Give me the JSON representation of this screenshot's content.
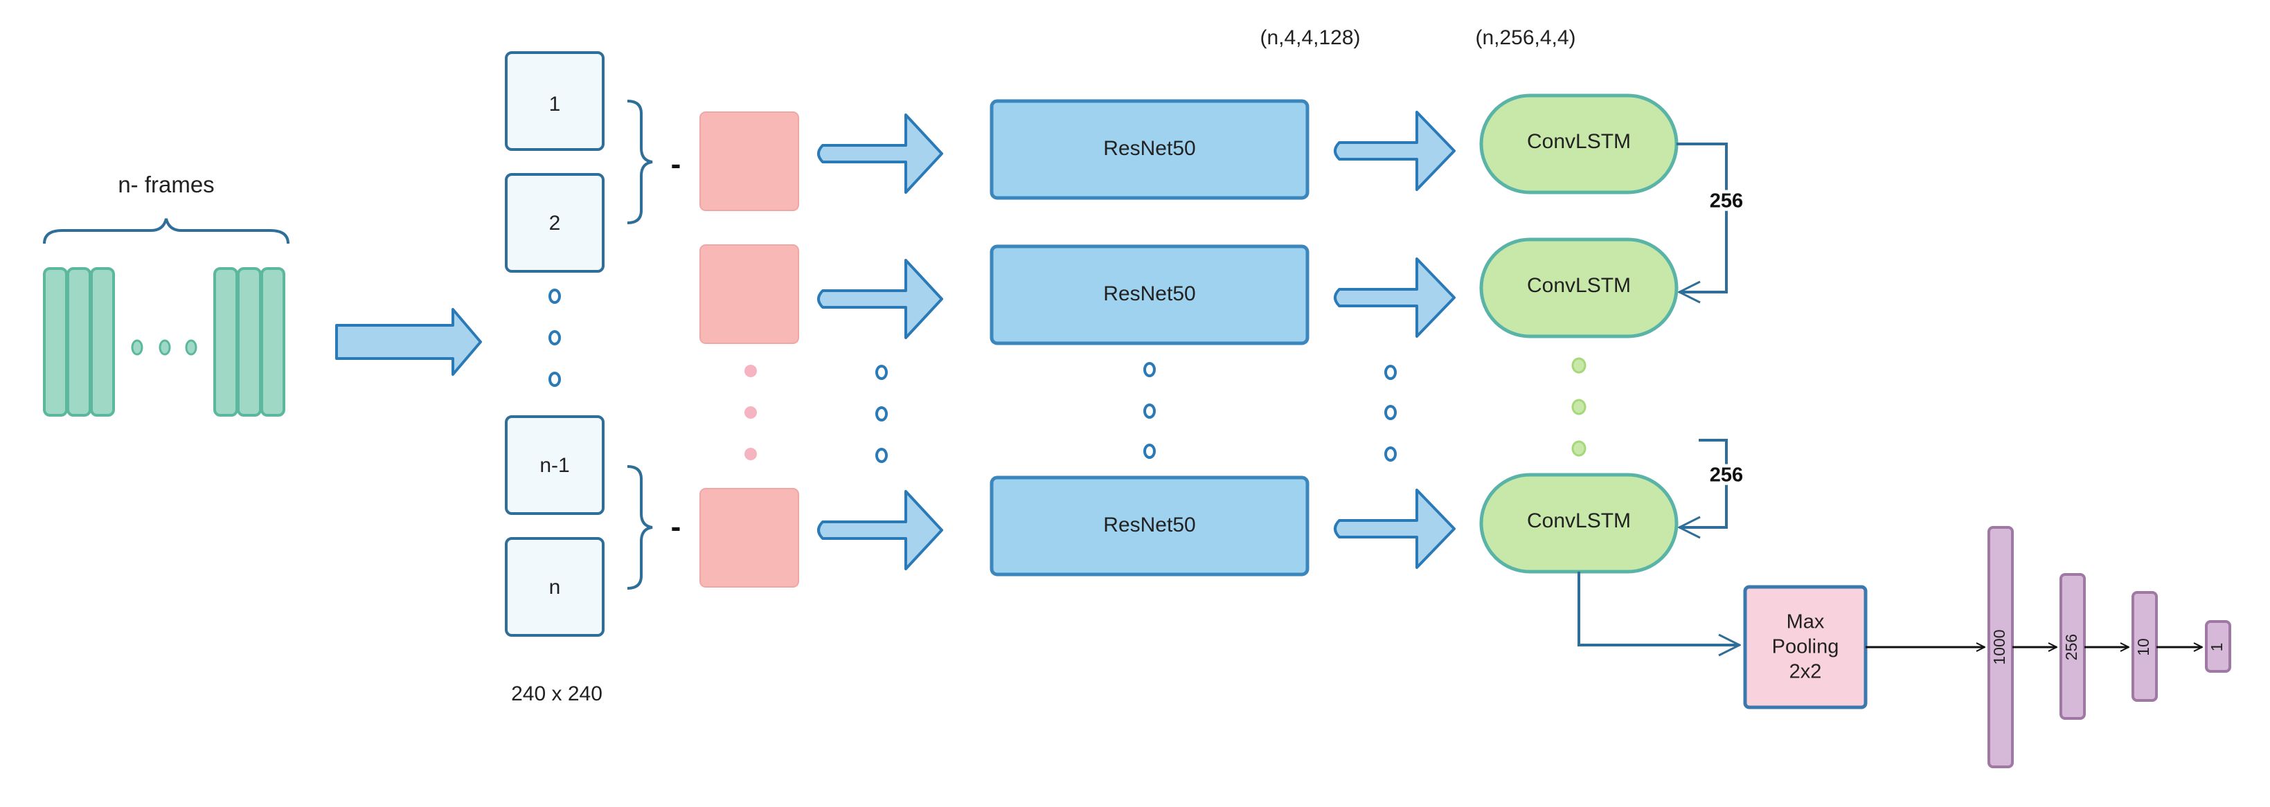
{
  "input": {
    "label": "n- frames"
  },
  "frames": {
    "labels": [
      "1",
      "2",
      "n-1",
      "n"
    ],
    "size_label": "240 x 240",
    "diff_sign": "-"
  },
  "backbone": {
    "label": "ResNet50",
    "output_shape": "(n,4,4,128)"
  },
  "recurrent": {
    "label": "ConvLSTM",
    "output_shape": "(n,256,4,4)",
    "hidden_label": "256"
  },
  "pooling": {
    "label_lines": [
      "Max",
      "Pooling",
      "2x2"
    ]
  },
  "dense_layers": [
    "1000",
    "256",
    "10",
    "1"
  ],
  "colors": {
    "frame_fill": "#9fd9c6",
    "frame_stroke": "#5bb89d",
    "box_fill": "#f2f9fc",
    "box_stroke": "#2f6e99",
    "diff_fill": "#f7b8b6",
    "arrow_fill": "#a8d3ee",
    "arrow_stroke": "#2a7ab8",
    "resnet_fill": "#9fd2ef",
    "resnet_stroke": "#3b86bc",
    "lstm_fill": "#c7e8a9",
    "lstm_stroke": "#5ab3a7",
    "pool_fill": "#f8d3dd",
    "pool_stroke": "#3b78ad",
    "dense_fill": "#d6b9d8",
    "dense_stroke": "#9f78a3",
    "line_color": "#2f6e99"
  }
}
